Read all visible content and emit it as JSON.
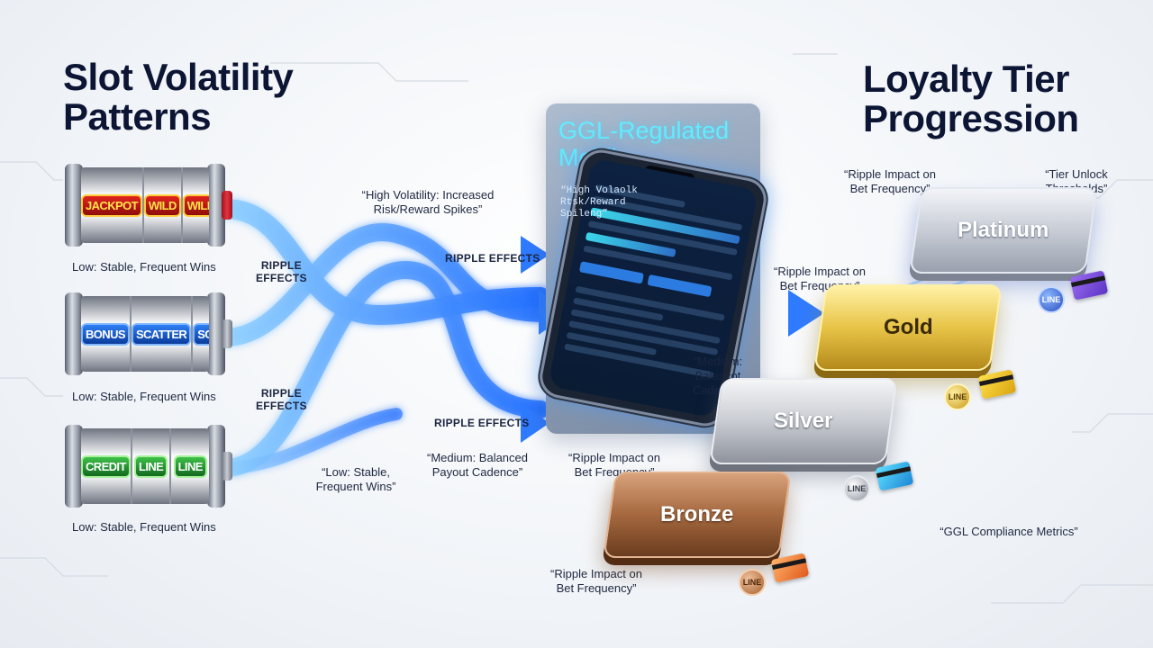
{
  "left": {
    "title_line1": "Slot Volatility",
    "title_line2": "Patterns",
    "slots": [
      {
        "symbols": [
          "JACKPOT",
          "WILD",
          "WILD"
        ],
        "caption": "Low: Stable, Frequent Wins"
      },
      {
        "symbols": [
          "BONUS",
          "SCATTER",
          "SCATTER"
        ],
        "caption": "Low: Stable, Frequent Wins"
      },
      {
        "symbols": [
          "CREDIT",
          "LINE",
          "LINE"
        ],
        "caption": "Low: Stable, Frequent Wins"
      }
    ],
    "ripple_small_1_line1": "RIPPLE",
    "ripple_small_1_line2": "EFFECTS",
    "ripple_small_2_line1": "RIPPLE",
    "ripple_small_2_line2": "EFFECTS"
  },
  "middle": {
    "quote_high_line1": "“High Volatility: Increased",
    "quote_high_line2": "Risk/Reward Spikes”",
    "ripple_top": "RIPPLE EFFECTS",
    "ripple_bottom": "RIPPLE EFFECTS",
    "quote_low_line1": "“Low: Stable,",
    "quote_low_line2": "Frequent Wins”",
    "quote_medium_line1": "“Medium: Balanced",
    "quote_medium_line2": "Payout Cadence”",
    "quote_ripple_mid_line1": "“Ripple Impact on",
    "quote_ripple_mid_line2": "Bet Frequency”"
  },
  "phone_panel": {
    "title_line1": "GGL-Regulated",
    "title_line2": "Mobil",
    "screen_quote_line1": "“High Volaolk",
    "screen_quote_line2": "Rtsk/Reward",
    "screen_quote_line3": "Spileng”",
    "side_quote_line1": "“Medium:",
    "side_quote_line2": "Balancot",
    "side_quote_line3": "Cadence”"
  },
  "right": {
    "title_line1": "Loyalty Tier",
    "title_line2": "Progression",
    "quote_top_left_line1": "“Ripple Impact on",
    "quote_top_left_line2": "Bet Frequency”",
    "quote_top_right_line1": "“Tier Unlock",
    "quote_top_right_line2": "Thresholds”",
    "quote_gold_line1": "“Ripple Impact on",
    "quote_gold_line2": "Bet Frequency”",
    "quote_bronze_line1": "“Ripple Impact on",
    "quote_bronze_line2": "Bet Frequency”",
    "quote_compliance": "“GGL Compliance Metrics”",
    "tiers": [
      "Platinum",
      "Gold",
      "Silver",
      "Bronze"
    ],
    "coin_labels": [
      "LINE",
      "LINE",
      "LINE",
      "LINE"
    ]
  }
}
